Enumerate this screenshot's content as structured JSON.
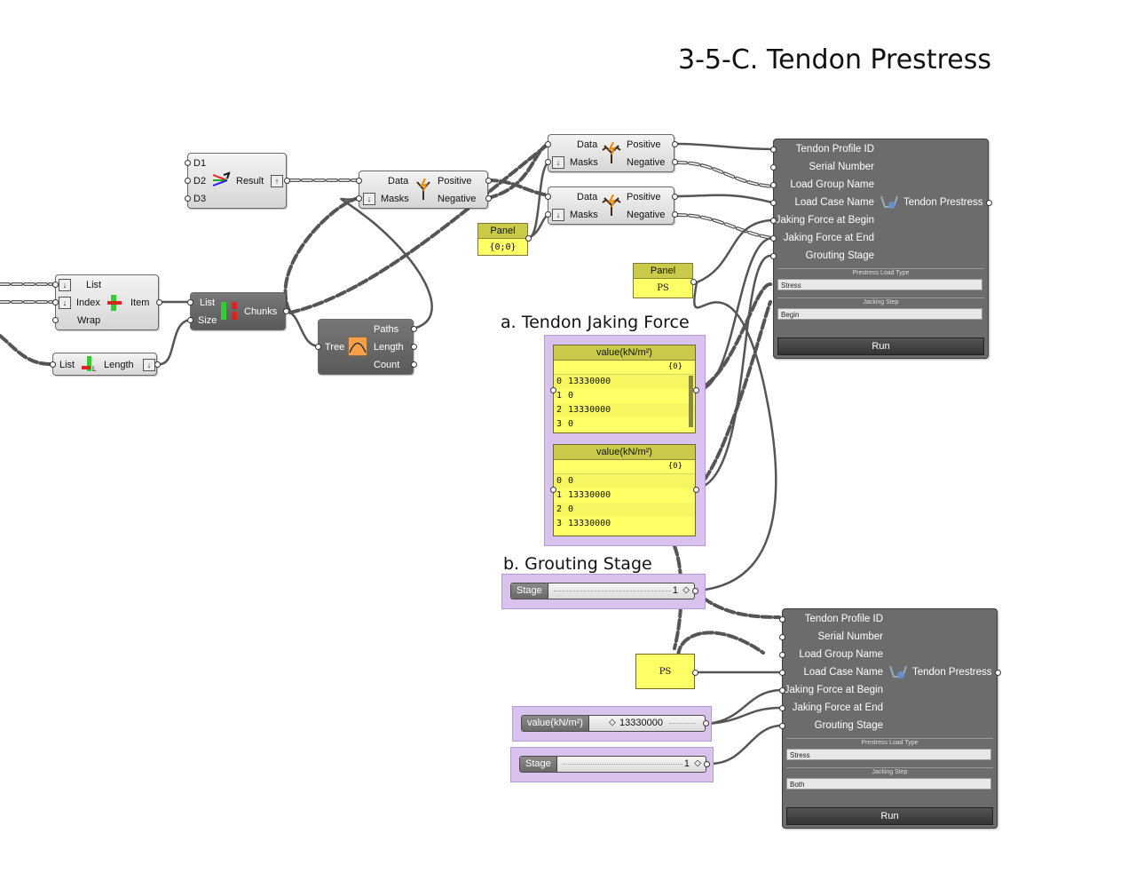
{
  "title": "3-5-C. Tendon Prestress",
  "groups": {
    "a_label": "a. Tendon Jaking Force",
    "b_label": "b. Grouting Stage"
  },
  "list_item": {
    "inputs": [
      "List",
      "Index",
      "Wrap"
    ],
    "output": "Item",
    "icon": "list-item-icon"
  },
  "list_length": {
    "input": "List",
    "output": "Length",
    "icon": "list-length-icon"
  },
  "chunks": {
    "inputs": [
      "List",
      "Size"
    ],
    "output": "Chunks",
    "icon": "split-list-chunks-icon"
  },
  "tree_stats": {
    "input": "Tree",
    "outputs": [
      "Paths",
      "Length",
      "Count"
    ],
    "icon": "tree-statistics-icon"
  },
  "merge": {
    "inputs": [
      "D1",
      "D2",
      "D3"
    ],
    "output": "Result",
    "icon": "merge-icon"
  },
  "dispatch_main": {
    "inputs": [
      "Data",
      "Masks"
    ],
    "outputs": [
      "Positive",
      "Negative"
    ],
    "icon": "dispatch-icon"
  },
  "dispatch_top": {
    "inputs": [
      "Data",
      "Masks"
    ],
    "outputs": [
      "Positive",
      "Negative"
    ],
    "icon": "dispatch-tree-icon"
  },
  "dispatch_mid": {
    "inputs": [
      "Data",
      "Masks"
    ],
    "outputs": [
      "Positive",
      "Negative"
    ],
    "icon": "dispatch-tree-icon"
  },
  "panel_path": {
    "header": "Panel",
    "value": "{0;0}"
  },
  "panel_ps": {
    "header": "Panel",
    "value": "PS"
  },
  "panel_ps2": {
    "value": "PS"
  },
  "value_panel_1": {
    "header": "value(kN/m²)",
    "path": "{0}",
    "rows": [
      {
        "i": "0",
        "v": "13330000"
      },
      {
        "i": "1",
        "v": "0"
      },
      {
        "i": "2",
        "v": "13330000"
      },
      {
        "i": "3",
        "v": "0"
      }
    ]
  },
  "value_panel_2": {
    "header": "value(kN/m²)",
    "path": "{0}",
    "rows": [
      {
        "i": "0",
        "v": "0"
      },
      {
        "i": "1",
        "v": "13330000"
      },
      {
        "i": "2",
        "v": "0"
      },
      {
        "i": "3",
        "v": "13330000"
      }
    ]
  },
  "stage_slider_1": {
    "label": "Stage",
    "value": "1"
  },
  "stage_slider_2": {
    "label": "Stage",
    "value": "1"
  },
  "value_slider": {
    "label": "value(kN/m²)",
    "value": "13330000"
  },
  "tendon_component_1": {
    "inputs": [
      "Tendon Profile ID",
      "Serial Number",
      "Load Group Name",
      "Load Case Name",
      "Jaking Force at Begin",
      "Jaking Force at End",
      "Grouting Stage"
    ],
    "output": "Tendon Prestress",
    "prestress_load_type_label": "Prestress Load Type",
    "prestress_load_type_value": "Stress",
    "jacking_step_label": "Jacking Step",
    "jacking_step_value": "Begin",
    "run_label": "Run",
    "icon": "tendon-prestress-icon"
  },
  "tendon_component_2": {
    "inputs": [
      "Tendon Profile ID",
      "Serial Number",
      "Load Group Name",
      "Load Case Name",
      "Jaking Force at Begin",
      "Jaking Force at End",
      "Grouting Stage"
    ],
    "output": "Tendon Prestress",
    "prestress_load_type_label": "Prestress Load Type",
    "prestress_load_type_value": "Stress",
    "jacking_step_label": "Jacking Step",
    "jacking_step_value": "Both",
    "run_label": "Run",
    "icon": "tendon-prestress-icon"
  }
}
